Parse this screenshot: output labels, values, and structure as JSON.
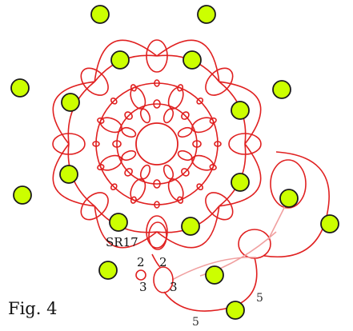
{
  "figure": {
    "caption": "Fig. 4",
    "ring_label": "SR17",
    "counts": {
      "c1": "2",
      "c2": "2",
      "c3": "3",
      "c4": "3",
      "c5": "5",
      "c6": "5"
    }
  },
  "colors": {
    "thread": "#e02020",
    "thread_faint": "#f0a0a0",
    "bead_fill": "#ccff00",
    "bead_outline": "#1a1a1a",
    "background": "#ffffff"
  }
}
